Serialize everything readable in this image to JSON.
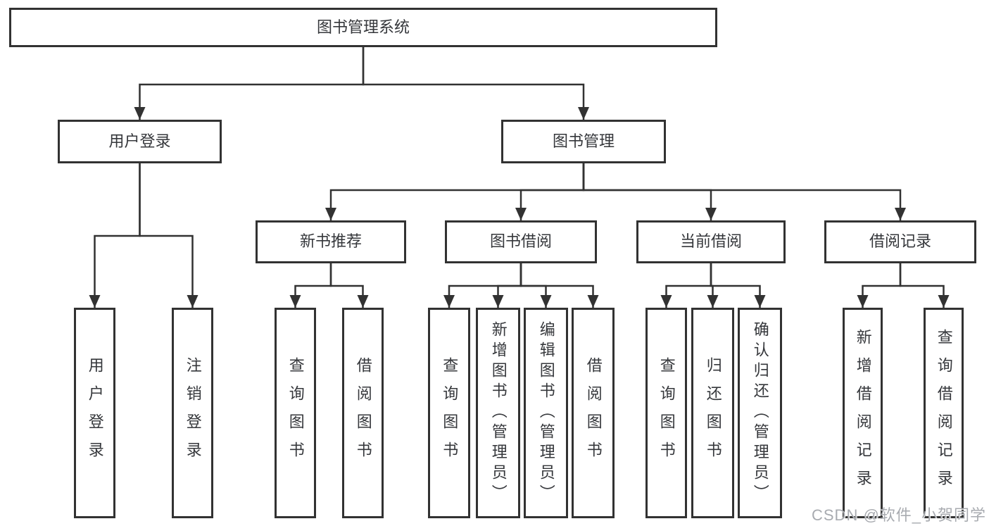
{
  "diagram": {
    "nodes": [
      {
        "id": "root",
        "label": "图书管理系统",
        "parent": null,
        "orientation": "horizontal"
      },
      {
        "id": "login",
        "label": "用户登录",
        "parent": "root",
        "orientation": "horizontal"
      },
      {
        "id": "mgmt",
        "label": "图书管理",
        "parent": "root",
        "orientation": "horizontal"
      },
      {
        "id": "newbook",
        "label": "新书推荐",
        "parent": "mgmt",
        "orientation": "horizontal"
      },
      {
        "id": "borrow",
        "label": "图书借阅",
        "parent": "mgmt",
        "orientation": "horizontal"
      },
      {
        "id": "current",
        "label": "当前借阅",
        "parent": "mgmt",
        "orientation": "horizontal"
      },
      {
        "id": "records",
        "label": "借阅记录",
        "parent": "mgmt",
        "orientation": "horizontal"
      },
      {
        "id": "login-user",
        "label": "用户登录",
        "parent": "login",
        "orientation": "vertical"
      },
      {
        "id": "login-logout",
        "label": "注销登录",
        "parent": "login",
        "orientation": "vertical"
      },
      {
        "id": "nb-query",
        "label": "查询图书",
        "parent": "newbook",
        "orientation": "vertical"
      },
      {
        "id": "nb-borrow",
        "label": "借阅图书",
        "parent": "newbook",
        "orientation": "vertical"
      },
      {
        "id": "bw-query",
        "label": "查询图书",
        "parent": "borrow",
        "orientation": "vertical"
      },
      {
        "id": "bw-add",
        "label": "新增图书（管理员）",
        "parent": "borrow",
        "orientation": "vertical"
      },
      {
        "id": "bw-edit",
        "label": "编辑图书（管理员）",
        "parent": "borrow",
        "orientation": "vertical"
      },
      {
        "id": "bw-borrow",
        "label": "借阅图书",
        "parent": "borrow",
        "orientation": "vertical"
      },
      {
        "id": "cur-query",
        "label": "查询图书",
        "parent": "current",
        "orientation": "vertical"
      },
      {
        "id": "cur-return",
        "label": "归还图书",
        "parent": "current",
        "orientation": "vertical"
      },
      {
        "id": "cur-confirm",
        "label": "确认归还（管理员）",
        "parent": "current",
        "orientation": "vertical"
      },
      {
        "id": "rec-add",
        "label": "新增借阅记录",
        "parent": "records",
        "orientation": "vertical"
      },
      {
        "id": "rec-query",
        "label": "查询借阅记录",
        "parent": "records",
        "orientation": "vertical"
      }
    ]
  },
  "watermark": {
    "text": "CSDN @软件_小贺同学"
  },
  "colors": {
    "line": "#323232",
    "box_border": "#323232",
    "text": "#35373b",
    "watermark": "#a8abb0",
    "background": "#ffffff"
  }
}
